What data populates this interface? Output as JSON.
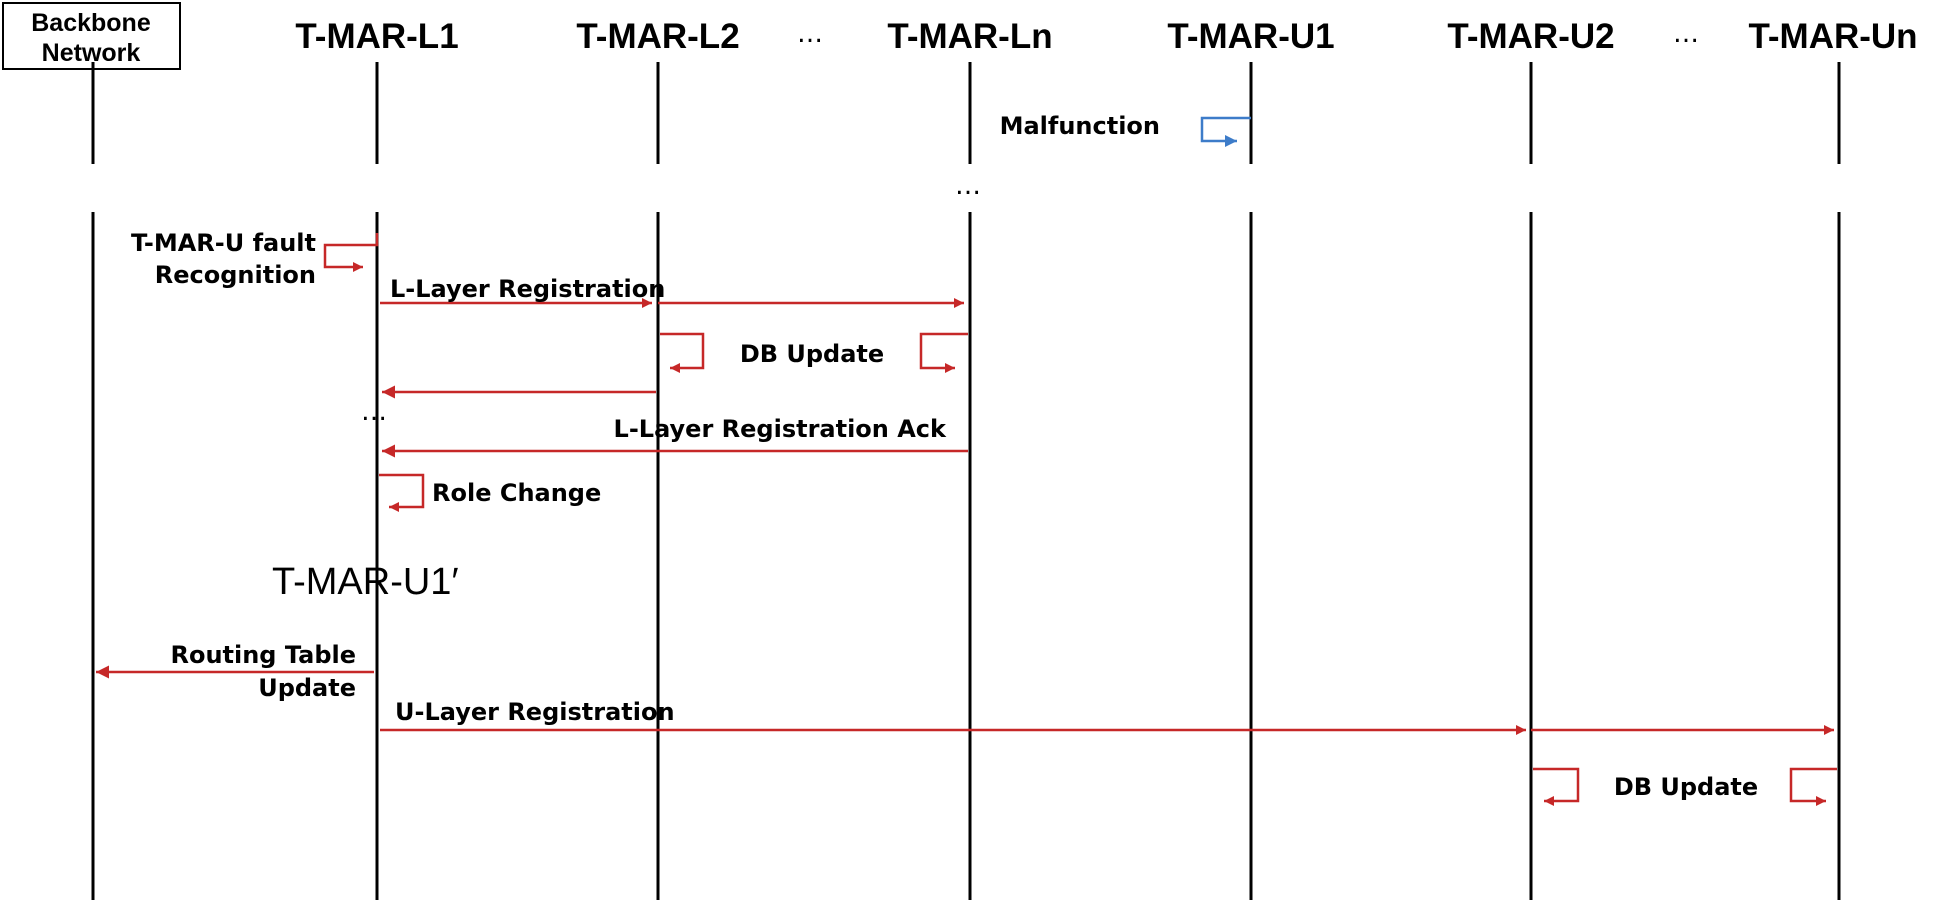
{
  "participants": {
    "backbone": [
      "Backbone",
      "Network"
    ],
    "l1": "T-MAR-L1",
    "l2": "T-MAR-L2",
    "ln": "T-MAR-Ln",
    "u1": "T-MAR-U1",
    "u2": "T-MAR-U2",
    "un": "T-MAR-Un"
  },
  "ellipsis": "…",
  "messages": {
    "malfunction": "Malfunction",
    "fault": [
      "T-MAR-U fault",
      "Recognition"
    ],
    "l_reg": "L-Layer Registration",
    "db_update_l": "DB Update",
    "l_reg_ack": "L-Layer Registration Ack",
    "role_change": "Role Change",
    "new_role": "T-MAR-U1′",
    "routing": [
      "Routing Table",
      "Update"
    ],
    "u_reg": "U-Layer Registration",
    "db_update_u": "DB Update"
  },
  "colors": {
    "message": "#c62828",
    "malfunction": "#3d7cc9",
    "line": "#000000"
  }
}
